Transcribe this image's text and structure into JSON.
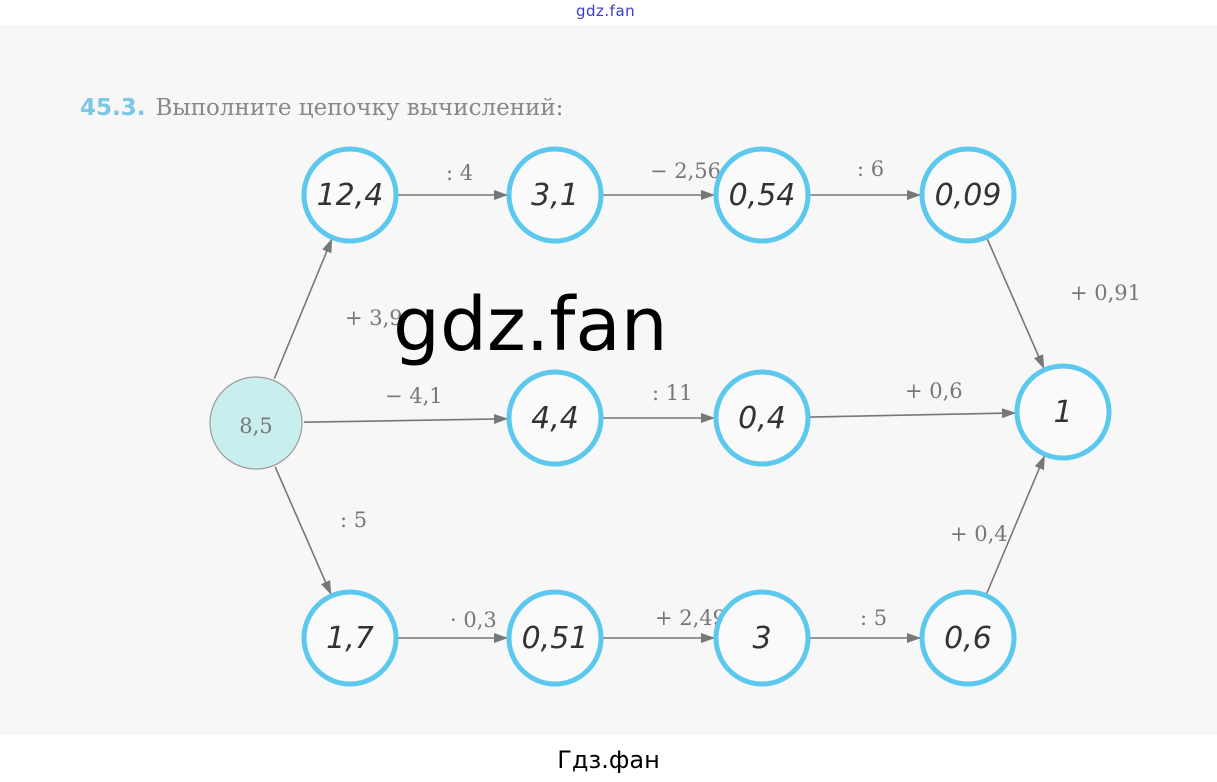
{
  "site_link": "gdz.fan",
  "exercise": {
    "number": "45.3.",
    "text": "Выполните цепочку вычислений:"
  },
  "watermark": "gdz.fan",
  "caption": "Гдз.фан",
  "colors": {
    "circle_stroke": "#5cc8ee",
    "start_fill": "#c8eeee",
    "arrow": "#777777"
  },
  "nodes": [
    {
      "id": "start",
      "value": "8,5"
    },
    {
      "id": "t1",
      "value": "12,4"
    },
    {
      "id": "t2",
      "value": "3,1"
    },
    {
      "id": "t3",
      "value": "0,54"
    },
    {
      "id": "t4",
      "value": "0,09"
    },
    {
      "id": "m1",
      "value": "4,4"
    },
    {
      "id": "m2",
      "value": "0,4"
    },
    {
      "id": "end",
      "value": "1"
    },
    {
      "id": "b1",
      "value": "1,7"
    },
    {
      "id": "b2",
      "value": "0,51"
    },
    {
      "id": "b3",
      "value": "3"
    },
    {
      "id": "b4",
      "value": "0,6"
    }
  ],
  "edges": [
    {
      "from": "start",
      "to": "t1",
      "label": "+ 3,9"
    },
    {
      "from": "t1",
      "to": "t2",
      "label": ": 4"
    },
    {
      "from": "t2",
      "to": "t3",
      "label": "− 2,56"
    },
    {
      "from": "t3",
      "to": "t4",
      "label": ": 6"
    },
    {
      "from": "t4",
      "to": "end",
      "label": "+ 0,91"
    },
    {
      "from": "start",
      "to": "m1",
      "label": "− 4,1"
    },
    {
      "from": "m1",
      "to": "m2",
      "label": ": 11"
    },
    {
      "from": "m2",
      "to": "end",
      "label": "+ 0,6"
    },
    {
      "from": "start",
      "to": "b1",
      "label": ": 5"
    },
    {
      "from": "b1",
      "to": "b2",
      "label": "· 0,3"
    },
    {
      "from": "b2",
      "to": "b3",
      "label": "+ 2,49"
    },
    {
      "from": "b3",
      "to": "b4",
      "label": ": 5"
    },
    {
      "from": "b4",
      "to": "end",
      "label": "+ 0,4"
    }
  ]
}
